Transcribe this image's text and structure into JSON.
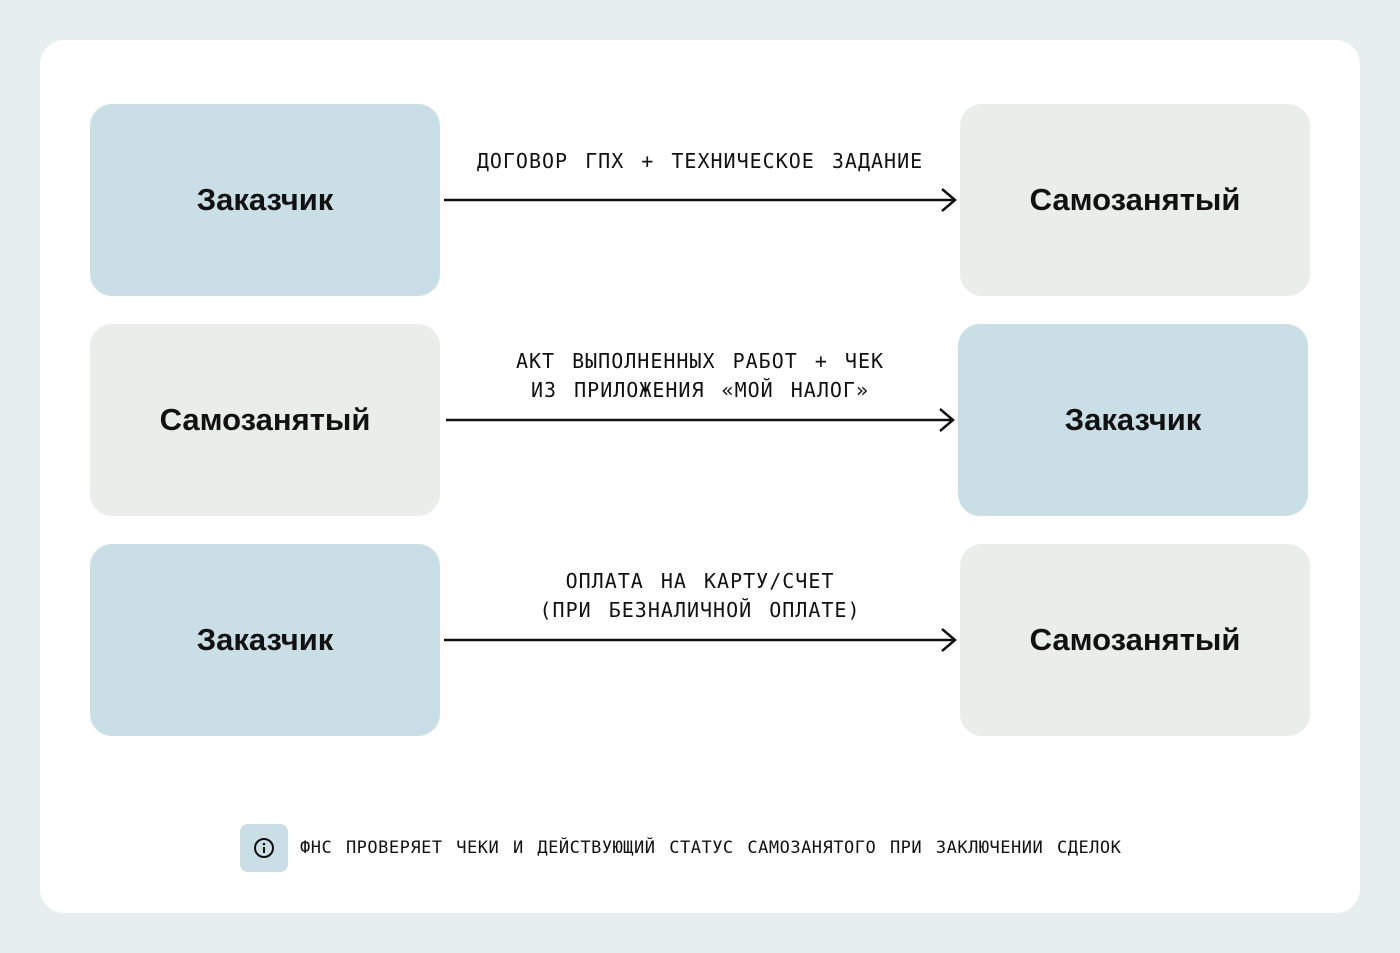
{
  "rows": [
    {
      "from": "Заказчик",
      "to": "Самозанятый",
      "label_lines": [
        "ДОГОВОР ГПХ + ТЕХНИЧЕСКОЕ ЗАДАНИЕ"
      ]
    },
    {
      "from": "Самозанятый",
      "to": "Заказчик",
      "label_lines": [
        "АКТ ВЫПОЛНЕННЫХ РАБОТ + ЧЕК",
        "ИЗ ПРИЛОЖЕНИЯ «МОЙ НАЛОГ»"
      ]
    },
    {
      "from": "Заказчик",
      "to": "Самозанятый",
      "label_lines": [
        "ОПЛАТА НА КАРТУ/СЧЕТ",
        "(ПРИ БЕЗНАЛИЧНОЙ ОПЛАТЕ)"
      ]
    }
  ],
  "footer": {
    "icon": "info-icon",
    "text": "ФНС ПРОВЕРЯЕТ ЧЕКИ И ДЕЙСТВУЮЩИЙ СТАТУС САМОЗАНЯТОГО ПРИ ЗАКЛЮЧЕНИИ СДЕЛОК"
  },
  "colors": {
    "customer": "#cadfe5",
    "self_employed": "#e9eeeb",
    "background": "#e6efee"
  }
}
